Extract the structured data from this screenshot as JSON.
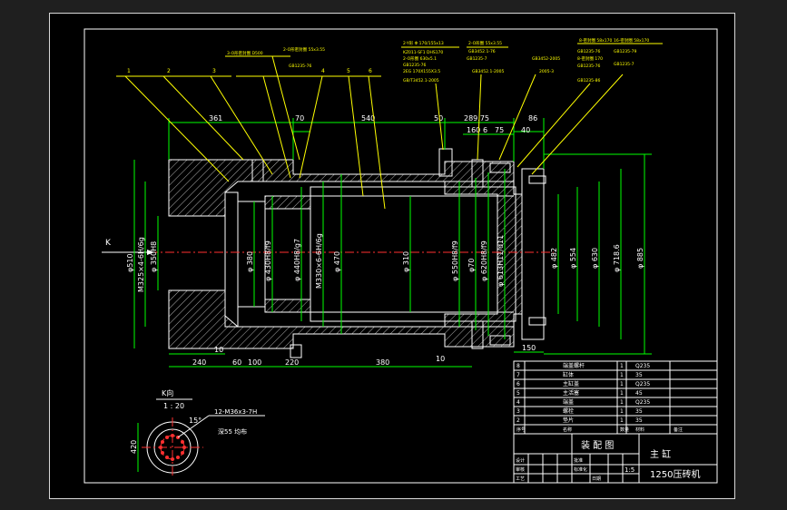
{
  "colors": {
    "background": "#000000",
    "frame": "#ffffff",
    "dimension": "#00ff00",
    "centerline": "#ff3030",
    "leader": "#ffff00",
    "text_white": "#ffffff"
  },
  "view_label": {
    "k": "K"
  },
  "detail": {
    "title": "K向",
    "scale": "1 : 20",
    "angle": "15°",
    "thread": "12-M36x3-7H",
    "depth": "深55 均布",
    "dim": "420"
  },
  "balloons": [
    "1",
    "2",
    "3",
    "4",
    "5",
    "6"
  ],
  "dims_top": [
    "361",
    "70",
    "540",
    "50",
    "289.75",
    "160",
    "6",
    "75",
    "86",
    "40"
  ],
  "dims_bottom": [
    "10",
    "240",
    "60",
    "100",
    "220",
    "380",
    "10",
    "150"
  ],
  "diameters_left": [
    "φ510",
    "M325×4-6H/6g",
    "φ 350H8"
  ],
  "diameters_center": [
    "φ 380",
    "φ 430H8/f9",
    "φ 440H8/g7",
    "M330×6-6H/6g",
    "φ 470",
    "φ 310",
    "φ 550H8/f9",
    "φ70",
    "φ 620H8/f9",
    "φ 613H11/d11"
  ],
  "diameters_right": [
    "φ 482",
    "φ 554",
    "φ 630",
    "φ 718.6",
    "φ 885"
  ],
  "callouts": [
    "3-O形密封圈 D500",
    "2-O形密封圈 55x3.55",
    "GB1235-76",
    "2-Y形 Φ 170/155x13",
    "KZ011-SF1 DHS170",
    "2-O形圈 630x5.1",
    "GB1235-76",
    "2EG 170X155X3.5",
    "GB/T3452.1-2005",
    "2-O形圈 55x3.55",
    "GB3452.1-76",
    "GB1235-7",
    "GB3452.1-2005",
    "GB3452-2005",
    "2005-3",
    "8-密封圈 58x170",
    "GB1235-76",
    "8-密封圈 170",
    "16-密封圈 58x170",
    "GB1235-76",
    "GB1235-86",
    "GB1235-79",
    "GB1235-7"
  ],
  "bom": {
    "rows": [
      {
        "no": "8",
        "name": "端盖螺杆",
        "qty": "1",
        "material": "Q235",
        "note": ""
      },
      {
        "no": "7",
        "name": "缸体",
        "qty": "1",
        "material": "35",
        "note": ""
      },
      {
        "no": "6",
        "name": "主缸盖",
        "qty": "1",
        "material": "Q235",
        "note": ""
      },
      {
        "no": "5",
        "name": "主活塞",
        "qty": "1",
        "material": "45",
        "note": ""
      },
      {
        "no": "4",
        "name": "端盖",
        "qty": "1",
        "material": "Q235",
        "note": ""
      },
      {
        "no": "3",
        "name": "螺栓",
        "qty": "1",
        "material": "35",
        "note": ""
      },
      {
        "no": "2",
        "name": "垫片",
        "qty": "1",
        "material": "35",
        "note": ""
      }
    ],
    "header": [
      "序号",
      "名称",
      "数量",
      "材料",
      "备注"
    ]
  },
  "title_block": {
    "drawing_type": "装 配 图",
    "part_name": "主 缸",
    "machine": "1250压砖机",
    "scale": "1:5",
    "fields": [
      "设计",
      "审核",
      "工艺",
      "批准",
      "标准化",
      "日期"
    ]
  }
}
